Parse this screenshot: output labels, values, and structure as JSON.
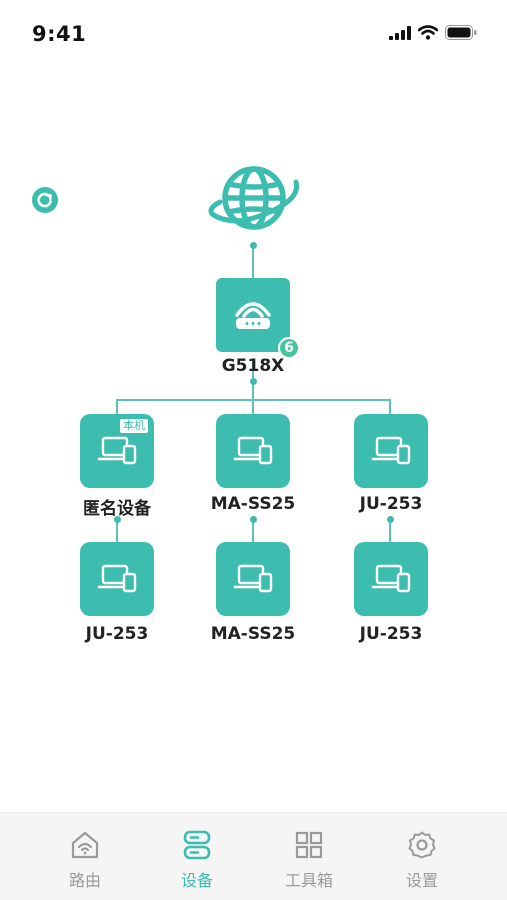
{
  "status_bar": {
    "time": "9:41",
    "icons": [
      "signal-icon",
      "wifi-icon",
      "battery-icon"
    ]
  },
  "colors": {
    "accent": "#3dbdaf",
    "badge": "#47c4a0",
    "inactive": "#9a9a9a"
  },
  "topology": {
    "refresh_icon": "refresh-icon",
    "internet_icon": "globe-icon",
    "router": {
      "name": "G518X",
      "badge_count": "6",
      "icon": "router-icon"
    },
    "devices": [
      {
        "name": "匿名设备",
        "tag": "本机",
        "icon": "laptop-phone-icon"
      },
      {
        "name": "MA-SS25",
        "icon": "laptop-phone-icon"
      },
      {
        "name": "JU-253",
        "icon": "laptop-phone-icon"
      },
      {
        "name": "JU-253",
        "icon": "laptop-phone-icon"
      },
      {
        "name": "MA-SS25",
        "icon": "laptop-phone-icon"
      },
      {
        "name": "JU-253",
        "icon": "laptop-phone-icon"
      }
    ]
  },
  "tab_bar": {
    "items": [
      {
        "label": "路由",
        "icon": "router-home-icon",
        "active": false
      },
      {
        "label": "设备",
        "icon": "devices-icon",
        "active": true
      },
      {
        "label": "工具箱",
        "icon": "toolbox-grid-icon",
        "active": false
      },
      {
        "label": "设置",
        "icon": "settings-gear-icon",
        "active": false
      }
    ]
  }
}
